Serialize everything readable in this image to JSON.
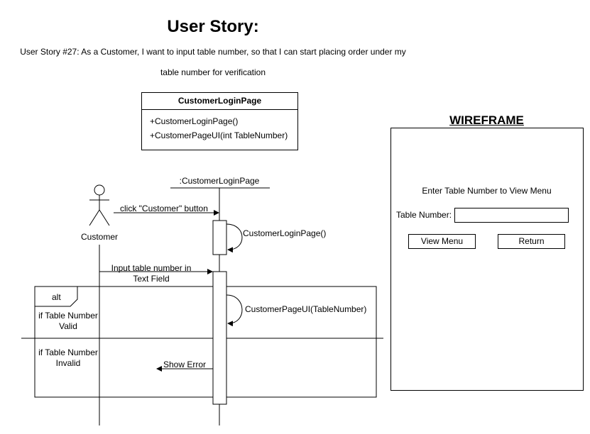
{
  "header": {
    "title": "User Story:",
    "story_line1": "User Story #27: As a Customer, I want to input table number, so that  I can start placing order under my",
    "story_line2": "table number for verification"
  },
  "class_box": {
    "name": "CustomerLoginPage",
    "methods": [
      "+CustomerLoginPage()",
      "+CustomerPageUI(int TableNumber)"
    ]
  },
  "sequence": {
    "actor": "Customer",
    "lifeline": ":CustomerLoginPage",
    "messages": {
      "click_customer": "click \"Customer\" button",
      "self_call_1": "CustomerLoginPage()",
      "input_line1": "Input table number in",
      "input_line2": "Text Field",
      "self_call_2": "CustomerPageUI(TableNumber)",
      "show_error": "Show Error"
    },
    "alt": {
      "label": "alt",
      "guard_valid_line1": "if Table Number",
      "guard_valid_line2": "Valid",
      "guard_invalid_line1": "if Table Number",
      "guard_invalid_line2": "Invalid"
    }
  },
  "wireframe": {
    "title": "WIREFRAME",
    "prompt": "Enter Table Number to View Menu",
    "table_number_label": "Table Number:",
    "table_number_value": "",
    "view_menu_button": "View Menu",
    "return_button": "Return"
  }
}
